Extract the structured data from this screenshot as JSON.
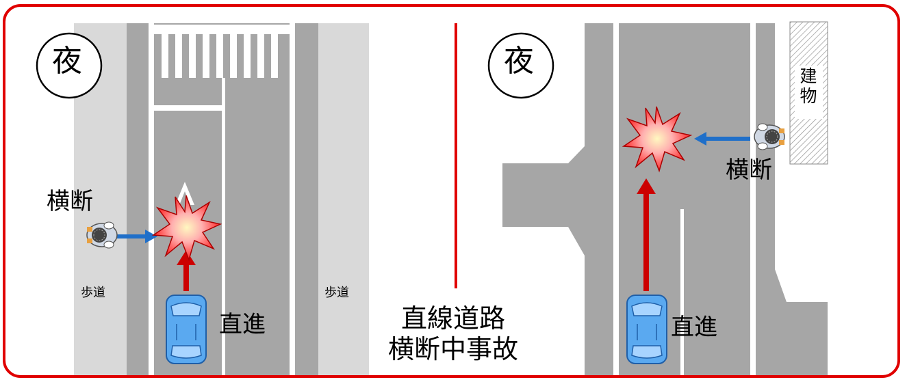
{
  "frame_color": "#e00000",
  "left_scene": {
    "night_label": "夜",
    "pedestrian_label": "横断",
    "car_label": "直進",
    "sidewalk_left": "歩道",
    "sidewalk_right": "歩道"
  },
  "right_scene": {
    "night_label": "夜",
    "pedestrian_label": "横断",
    "car_label": "直進",
    "building_label": "建物"
  },
  "title": {
    "line1": "直線道路",
    "line2": "横断中事故"
  },
  "colors": {
    "road": "#a6a6a6",
    "sidewalk": "#d9d9d9",
    "car": "#5aa9f0",
    "car_arrow": "#cc0000",
    "pedestrian_arrow": "#1f6fc9",
    "crash_fill": "#ff3b3b",
    "divider": "#e00000"
  },
  "icons": [
    "crash-burst-icon",
    "pedestrian-icon",
    "car-icon",
    "up-arrow-icon",
    "right-arrow-icon",
    "left-arrow-icon"
  ]
}
